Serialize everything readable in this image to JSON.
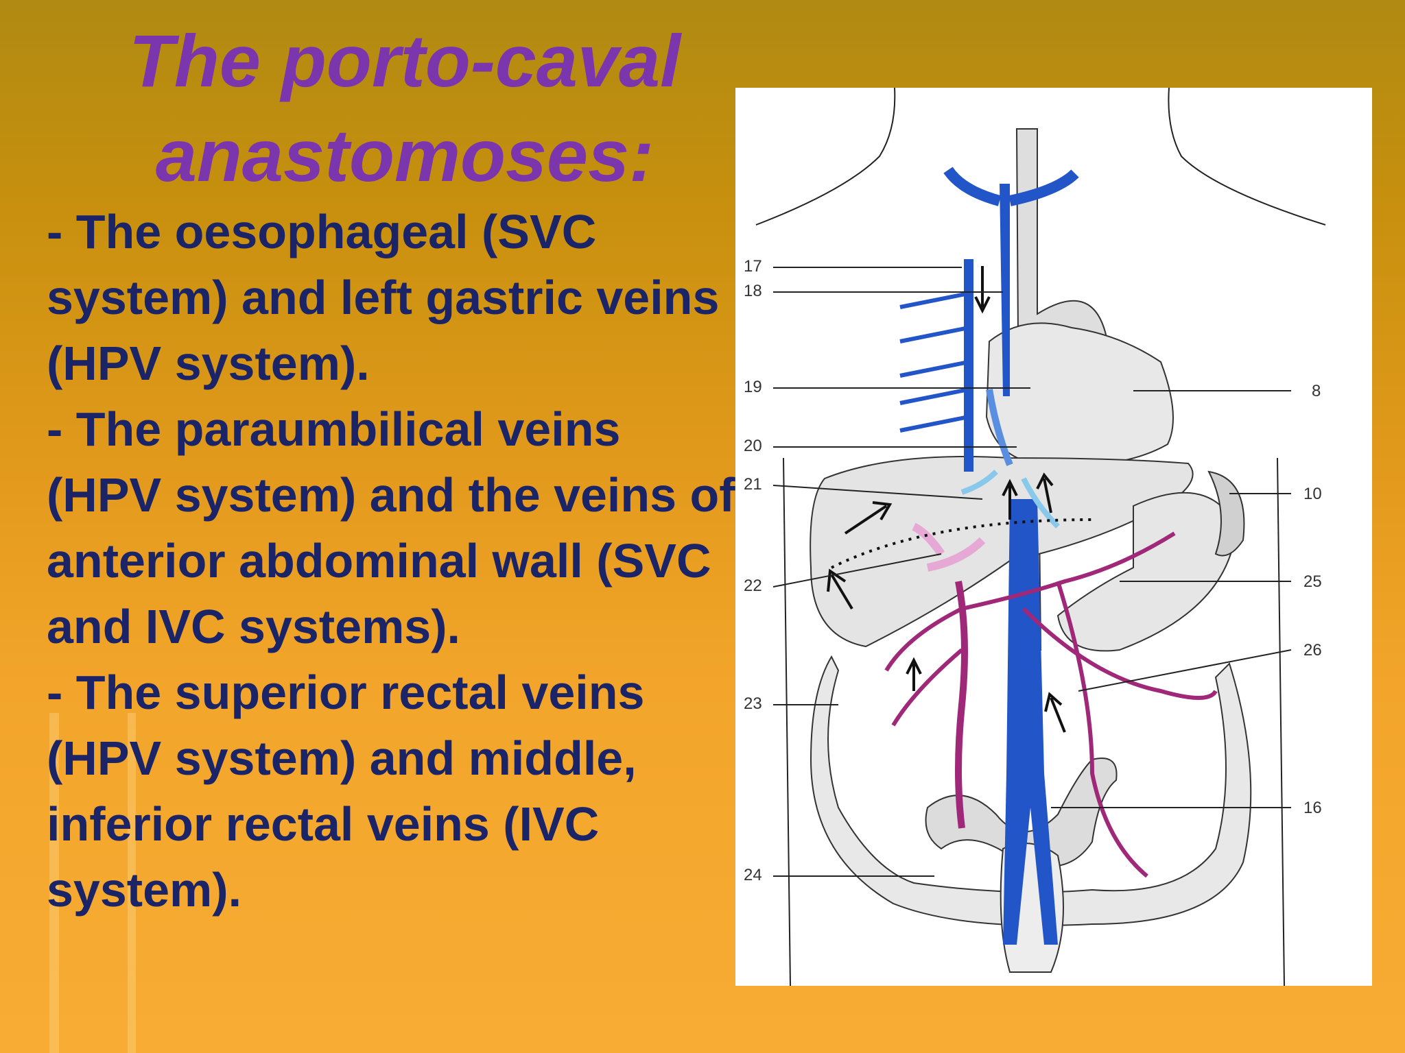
{
  "slide": {
    "title_line1": "The porto-caval",
    "title_line2": "anastomoses:",
    "points": [
      "- The oesophageal (SVC system) and left gastric veins (HPV system).",
      "- The paraumbilical veins (HPV system) and the veins of anterior abdominal wall (SVC and IVC systems).",
      "- The superior rectal veins (HPV system) and middle, inferior rectal veins (IVC system)."
    ]
  },
  "figure": {
    "labels_left": [
      "17",
      "18",
      "19",
      "20",
      "21",
      "22",
      "23",
      "24"
    ],
    "labels_right": [
      "8",
      "10",
      "25",
      "26",
      "16"
    ]
  },
  "colors": {
    "title": "#7b36ad",
    "text": "#1a2466",
    "caval_vein": "#2255c8",
    "portal_vein": "#a02878"
  }
}
